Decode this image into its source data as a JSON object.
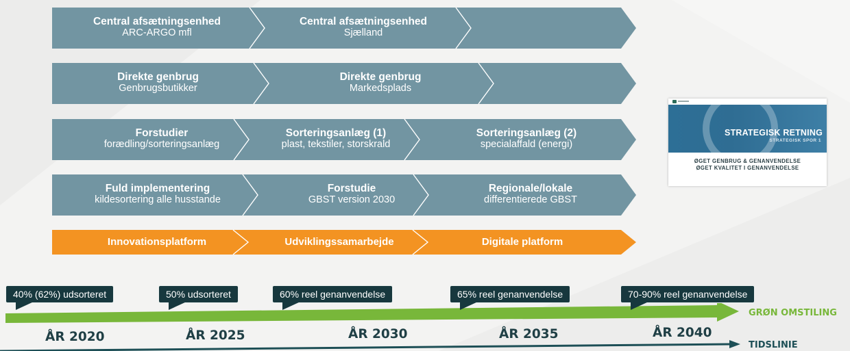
{
  "colors": {
    "arrow_fill": "#7295a2",
    "orange_fill": "#f39322",
    "green_arrow": "#78b73a",
    "timeline_arrow": "#1d4f56",
    "callout_bg": "#17383e",
    "year_text": "#1f3f45"
  },
  "rows": [
    {
      "segments": [
        {
          "title": "Central afsætningsenhed",
          "subtitle": "ARC-ARGO mfl"
        },
        {
          "title": "Central afsætningsenhed",
          "subtitle": "Sjælland"
        },
        {
          "title": "",
          "subtitle": ""
        }
      ]
    },
    {
      "segments": [
        {
          "title": "Direkte genbrug",
          "subtitle": "Genbrugsbutikker"
        },
        {
          "title": "Direkte genbrug",
          "subtitle": "Markedsplads"
        },
        {
          "title": "",
          "subtitle": ""
        }
      ]
    },
    {
      "segments": [
        {
          "title": "Forstudier",
          "subtitle": "forædling/sorteringsanlæg"
        },
        {
          "title": "Sorteringsanlæg (1)",
          "subtitle": "plast, tekstiler, storskrald"
        },
        {
          "title": "Sorteringsanlæg (2)",
          "subtitle": "specialaffald (energi)"
        }
      ]
    },
    {
      "segments": [
        {
          "title": "Fuld implementering",
          "subtitle": "kildesortering alle husstande"
        },
        {
          "title": "Forstudie",
          "subtitle": "GBST version 2030"
        },
        {
          "title": "Regionale/lokale",
          "subtitle": "differentierede GBST"
        }
      ]
    },
    {
      "segments": [
        {
          "title": "Innovationsplatform",
          "subtitle": ""
        },
        {
          "title": "Udviklingssamarbejde",
          "subtitle": ""
        },
        {
          "title": "Digitale platform",
          "subtitle": ""
        }
      ]
    }
  ],
  "milestones": [
    "40% (62%) udsorteret",
    "50% udsorteret",
    "60% reel genanvendelse",
    "65% reel genanvendelse",
    "70-90% reel genanvendelse"
  ],
  "years": [
    "ÅR 2020",
    "ÅR 2025",
    "ÅR 2030",
    "ÅR 2035",
    "ÅR 2040"
  ],
  "axes": {
    "green_label": "GRØN OMSTILING",
    "timeline_label": "TIDSLINIE"
  },
  "thumbnail": {
    "heading": "STRATEGISK RETNING",
    "subheading": "STRATEGISK SPOR 1",
    "line1": "ØGET GENBRUG & GENANVENDELSE",
    "line2": "ØGET KVALITET I GENANVENDELSE"
  }
}
